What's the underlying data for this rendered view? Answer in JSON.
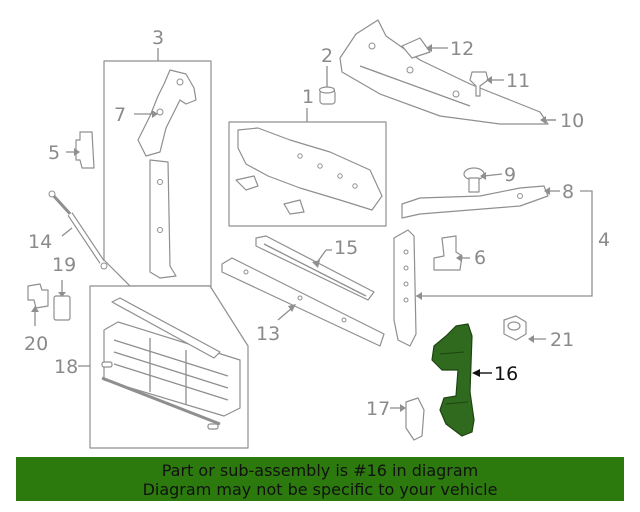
{
  "callouts": [
    "1",
    "2",
    "3",
    "4",
    "5",
    "6",
    "7",
    "8",
    "9",
    "10",
    "11",
    "12",
    "13",
    "14",
    "15",
    "16",
    "17",
    "18",
    "19",
    "20",
    "21"
  ],
  "highlighted_part": "16",
  "highlight_color": "#2f6a1f",
  "banner": {
    "line1": "Part or sub-assembly is #16 in diagram",
    "line2": "Diagram may not be specific to your vehicle",
    "background": "#2c7a0e"
  }
}
